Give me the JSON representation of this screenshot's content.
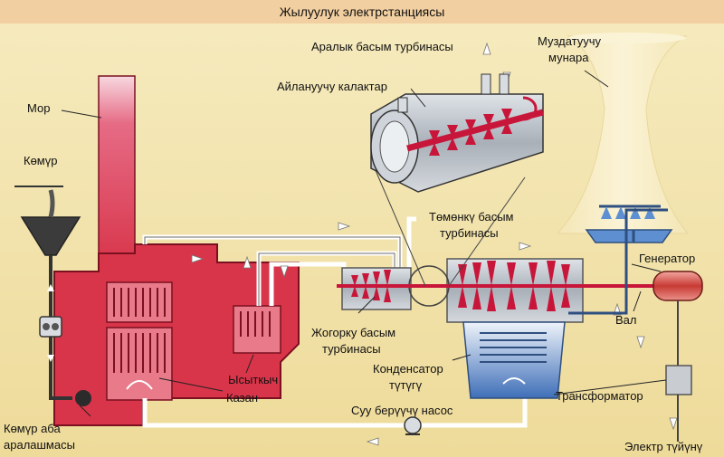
{
  "title": "Жылуулук электрстанциясы",
  "labels": {
    "chimney": "Мор",
    "coal": "Көмүр",
    "coal_air_mix_1": "Көмүр аба",
    "coal_air_mix_2": "аралашмасы",
    "ip_turbine": "Аралык басым турбинасы",
    "rotor": "Айлануучу калактар",
    "cooling_tower_1": "Муздатуучу",
    "cooling_tower_2": "мунара",
    "lp_turbine_1": "Төмөнкү басым",
    "lp_turbine_2": "турбинасы",
    "generator": "Генератор",
    "shaft": "Вал",
    "hp_turbine_1": "Жогорку басым",
    "hp_turbine_2": "турбинасы",
    "condenser_1": "Конденсатор",
    "condenser_2": "түтүгү",
    "superheater": "Ысыткыч",
    "boiler": "Казан",
    "feed_pump": "Суу берүүчү насос",
    "transformer": "Трансформатор",
    "power_line": "Электр түйүнү"
  },
  "colors": {
    "background": "#f3e6b5",
    "boiler": "#d8354a",
    "pipe": "#ffffff",
    "rotor_red": "#c8163a",
    "metal": "#b9bfc6",
    "water": "#5e8fd0"
  }
}
